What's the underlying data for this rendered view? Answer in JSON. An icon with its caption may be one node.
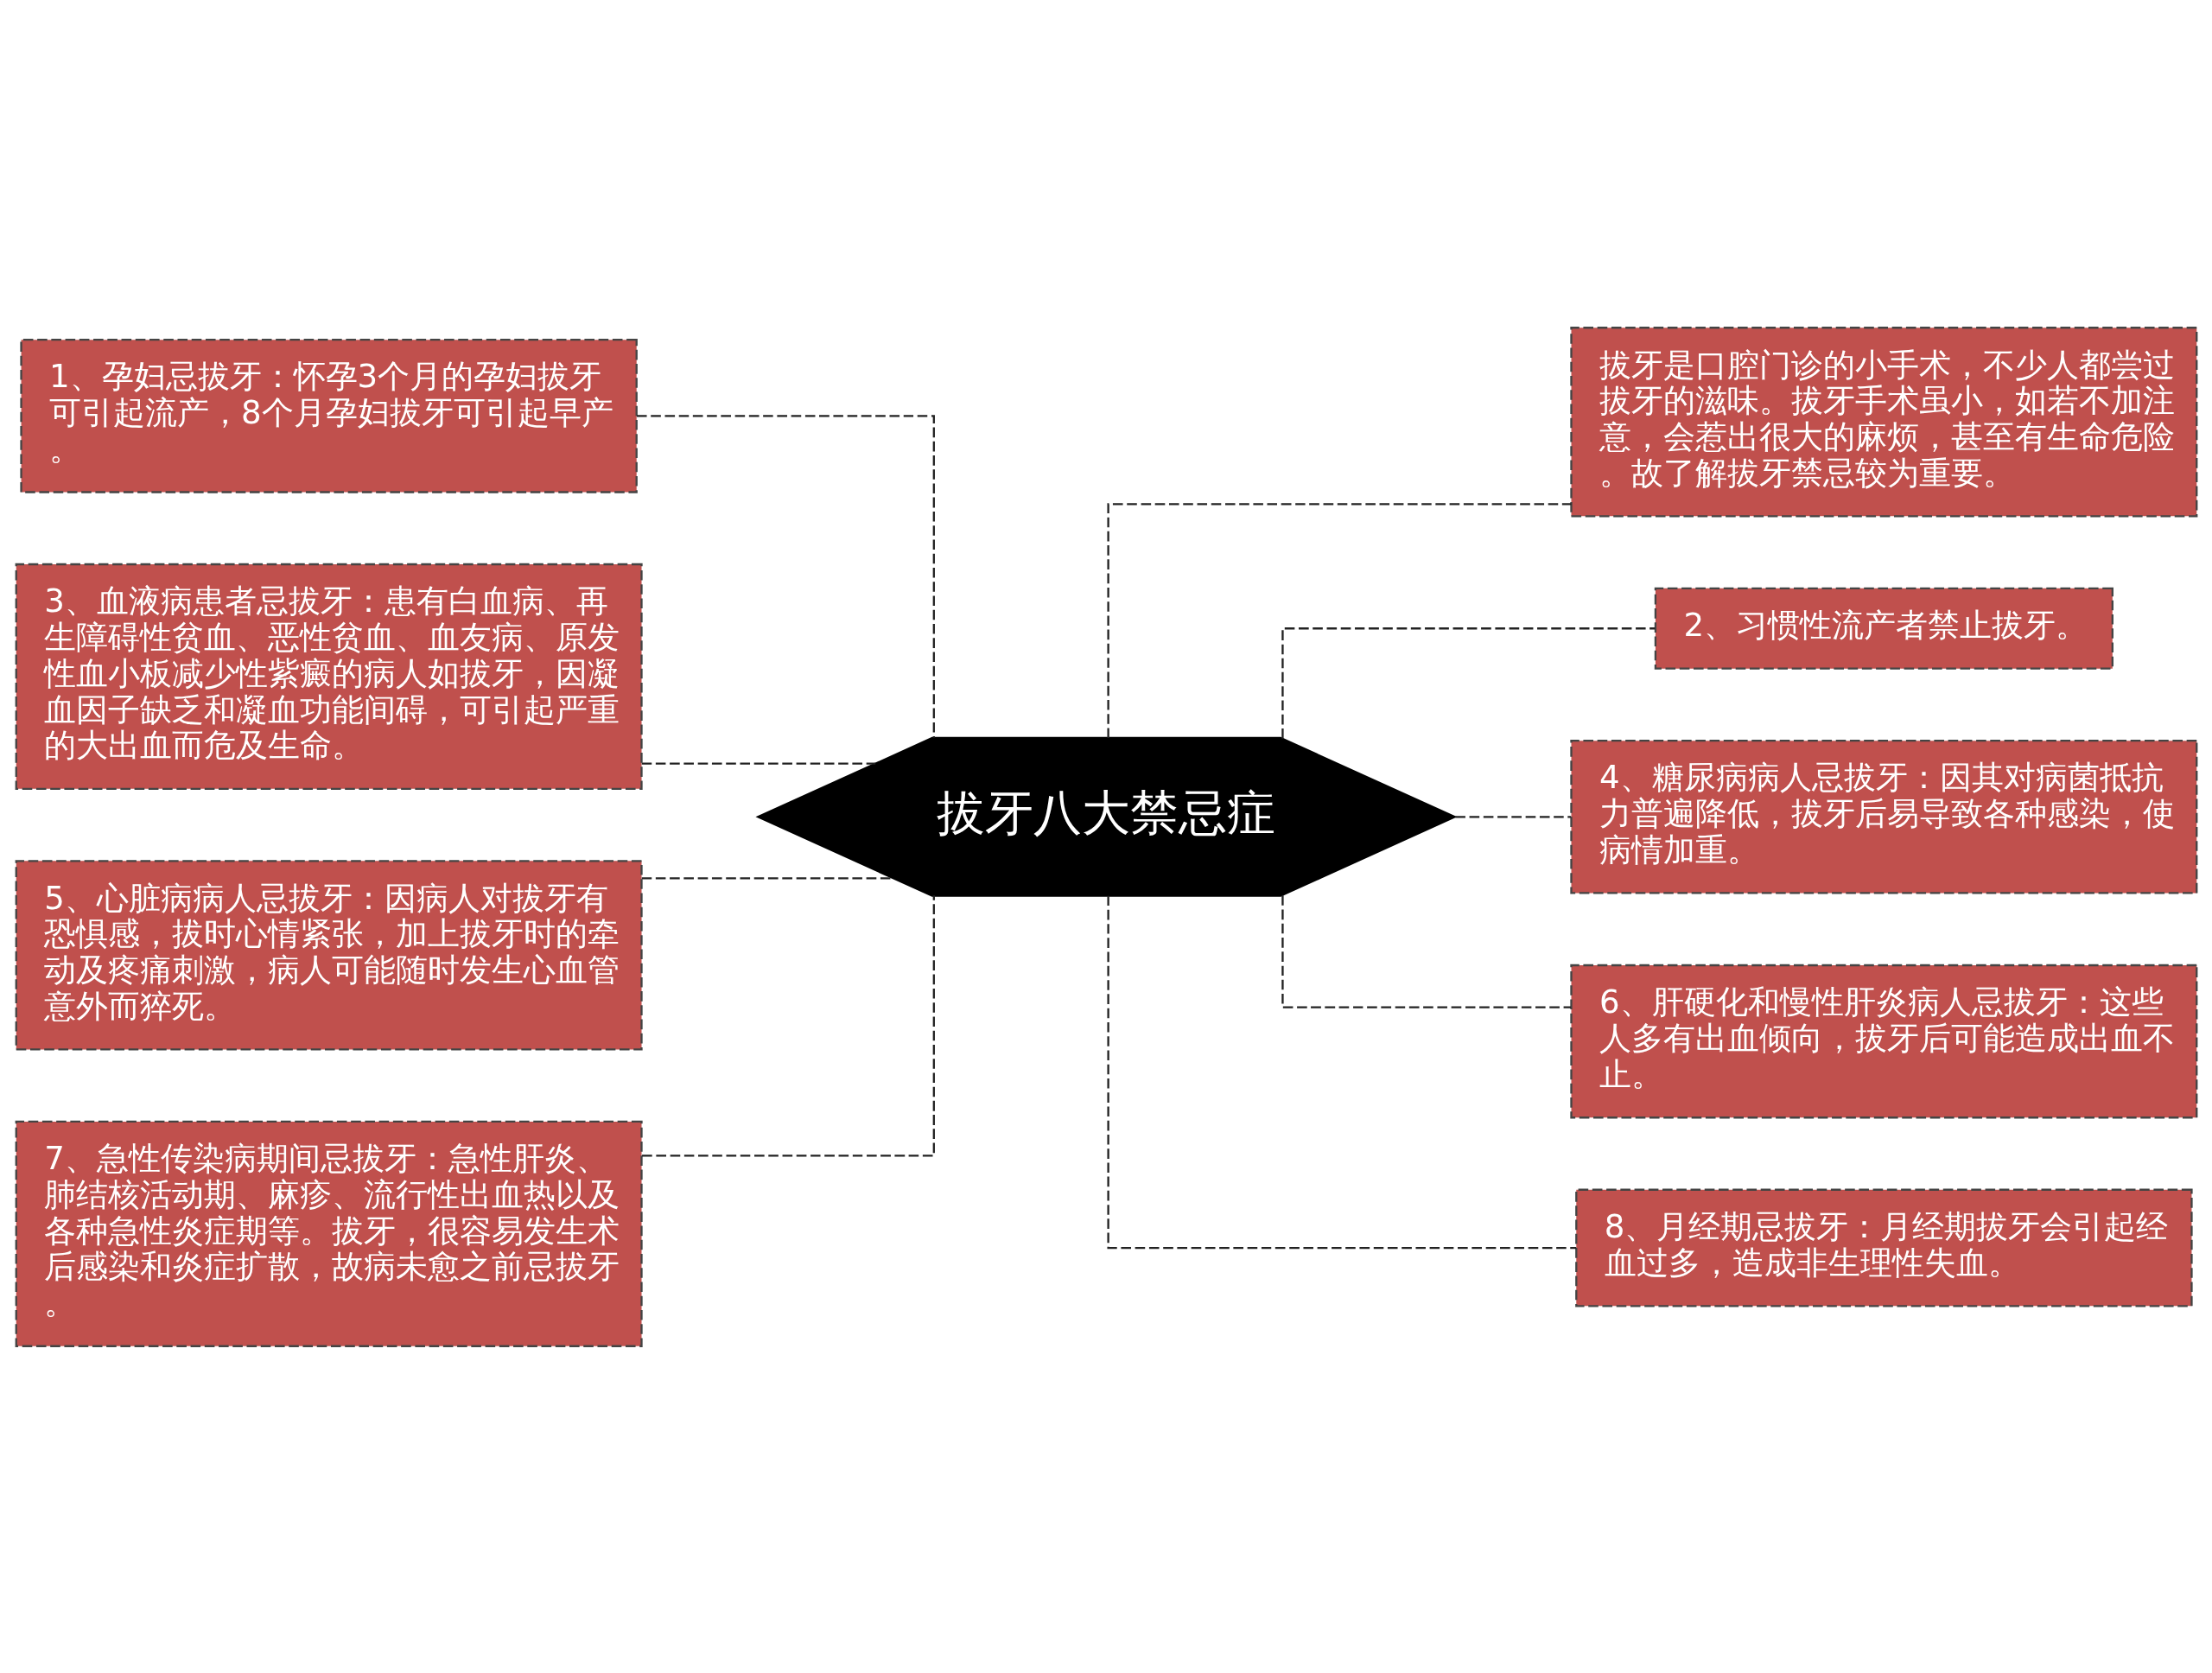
{
  "diagram": {
    "nodes": [
      {
        "text": [
          "拔牙八大禁忌症"
        ]
      },
      {
        "text": [
          "1、孕妇忌拔牙：怀孕3个月的孕妇拔牙可引起流产，8个月孕妇拔牙可引起早产。"
        ]
      },
      {
        "text": [
          "3、血液病患者忌拔牙：患有白血病、再生障碍性贫血、恶性贫血、血友病、原发性血小板减少性紫癜的病人如拔牙，因凝血因子缺乏和凝血功能间碍，可引起严重的大出血而危及生命。"
        ]
      },
      {
        "text": [
          "5、心脏病病人忌拔牙：因病人对拔牙有恐惧感，拔时心情紧张，加上拔牙时的牵动及疼痛刺激，病人可能随时发生心血管意外而猝死。"
        ]
      },
      {
        "text": [
          "7、急性传染病期间忌拔牙：急性肝炎、肺结核活动期、麻疹、流行性出血热以及各种急性炎症期等。拔牙，很容易发生术后感染和炎症扩散，故病未愈之前忌拔牙。"
        ]
      },
      {
        "text": [
          "拔牙是口腔门诊的小手术，不少人都尝过拔牙的滋味。拔牙手术虽小，如若不加注意，会惹出很大的麻烦，甚至有生命危险。故了解拔牙禁忌较为重要。"
        ]
      },
      {
        "text": [
          "2、习惯性流产者禁止拔牙。"
        ]
      },
      {
        "text": [
          "4、糖尿病病人忌拔牙：因其对病菌抵抗力普遍降低，拔牙后易导致各种感染，使病情加重。"
        ]
      },
      {
        "text": [
          "6、肝硬化和慢性肝炎病人忌拔牙：这些人多有出血倾向，拔牙后可能造成出血不止。"
        ]
      },
      {
        "text": [
          "8、月经期忌拔牙：月经期拔牙会引起经血过多，造成非生理性失血。"
        ]
      }
    ],
    "edges": [
      {
        "from": 0,
        "to": 1,
        "arrow": "none",
        "style": "dashed"
      },
      {
        "from": 0,
        "to": 2,
        "arrow": "none",
        "style": "dashed"
      },
      {
        "from": 0,
        "to": 3,
        "arrow": "none",
        "style": "dashed"
      },
      {
        "from": 0,
        "to": 4,
        "arrow": "none",
        "style": "dashed"
      },
      {
        "from": 0,
        "to": 5,
        "arrow": "none",
        "style": "dashed"
      },
      {
        "from": 0,
        "to": 6,
        "arrow": "none",
        "style": "dashed"
      },
      {
        "from": 0,
        "to": 7,
        "arrow": "none",
        "style": "dashed"
      },
      {
        "from": 0,
        "to": 8,
        "arrow": "none",
        "style": "dashed"
      },
      {
        "from": 0,
        "to": 9,
        "arrow": "none",
        "style": "dashed"
      }
    ]
  }
}
